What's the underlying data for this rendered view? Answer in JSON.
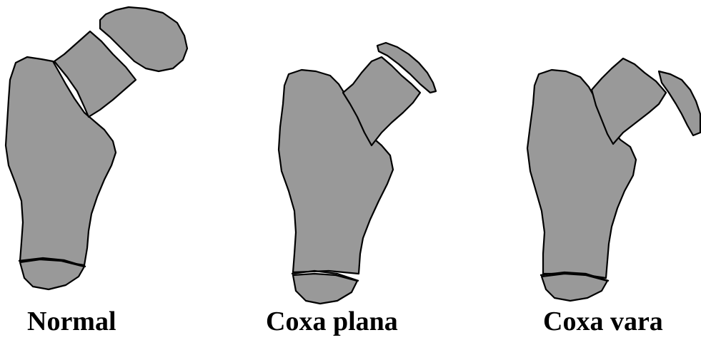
{
  "figures": [
    {
      "label": "Normal"
    },
    {
      "label": "Coxa plana"
    },
    {
      "label": "Coxa vara"
    }
  ],
  "colors": {
    "bone_fill": "#999999",
    "outline": "#000000",
    "background": "#ffffff"
  }
}
